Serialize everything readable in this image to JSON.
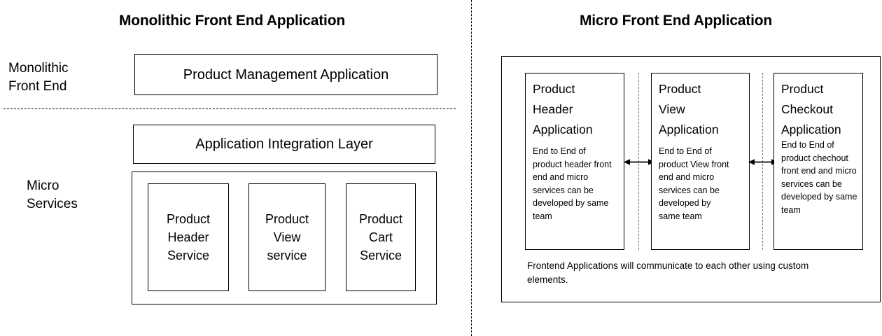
{
  "left_panel": {
    "title": "Monolithic Front End Application",
    "row_labels": [
      {
        "id": "monolithic-front-end",
        "line1": "Monolithic",
        "line2": "Front End"
      },
      {
        "id": "micro-services",
        "line1": "Micro",
        "line2": "Services"
      }
    ],
    "monolithic_box": "Product Management Application",
    "integration_layer_box": "Application Integration Layer",
    "services": [
      {
        "line1": "Product",
        "line2": "Header",
        "line3": "Service"
      },
      {
        "line1": "Product",
        "line2": "View",
        "line3": "service"
      },
      {
        "line1": "Product",
        "line2": "Cart",
        "line3": "Service"
      }
    ]
  },
  "right_panel": {
    "title": "Micro Front End Application",
    "applications": [
      {
        "head_line1": "Product",
        "head_line2": "Header",
        "head_line3": "Application",
        "body": "End to End of product header front end and micro services can be developed by same team"
      },
      {
        "head_line1": "Product",
        "head_line2": "View",
        "head_line3": "Application",
        "body": "End to End of product View front end and micro services can be developed by same team"
      },
      {
        "head_line1": "Product",
        "head_line2": "Checkout",
        "head_line3": "Application",
        "body": "End to End of product chechout front end and micro services can be developed by same team"
      }
    ],
    "caption": "Frontend Applications will communicate to each other using custom elements."
  },
  "colors": {
    "stroke": "#000000",
    "separator": "#7a7a7a",
    "background": "#ffffff"
  }
}
